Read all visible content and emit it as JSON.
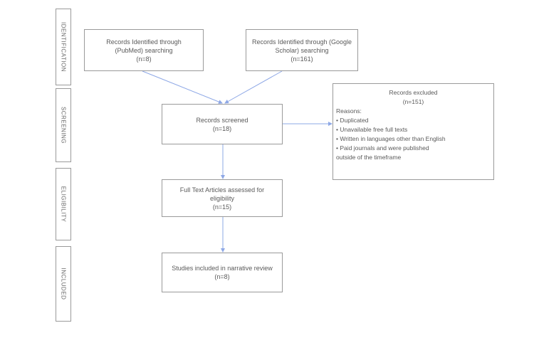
{
  "stages": [
    "IDENTIFICATION",
    "SCREENING",
    "ELIGIBILITY",
    "INCLUDED"
  ],
  "boxes": {
    "pubmed": {
      "line1": "Records Identified through",
      "line2": "(PubMed) searching",
      "n": "(n=8)"
    },
    "scholar": {
      "line1": "Records Identified through (Google",
      "line2": "Scholar) searching",
      "n": "(n=161)"
    },
    "screened": {
      "line1": "Records screened",
      "n": "(n=18)"
    },
    "fulltext": {
      "line1": "Full Text Articles assessed for",
      "line2": "eligibility",
      "n": "(n=15)"
    },
    "included": {
      "line1": "Studies included in narrative review",
      "n": "(n=8)"
    }
  },
  "excluded": {
    "title": "Records excluded",
    "n": "(n=151)",
    "reasons_label": "Reasons:",
    "reasons": [
      "• Duplicated",
      "• Unavailable free full texts",
      "• Written in languages other than English",
      "• Paid journals and were published"
    ],
    "reason_continuation": "outside of the timeframe"
  },
  "colors": {
    "arrow": "#8ea8e6",
    "border": "#9a9a9a"
  }
}
